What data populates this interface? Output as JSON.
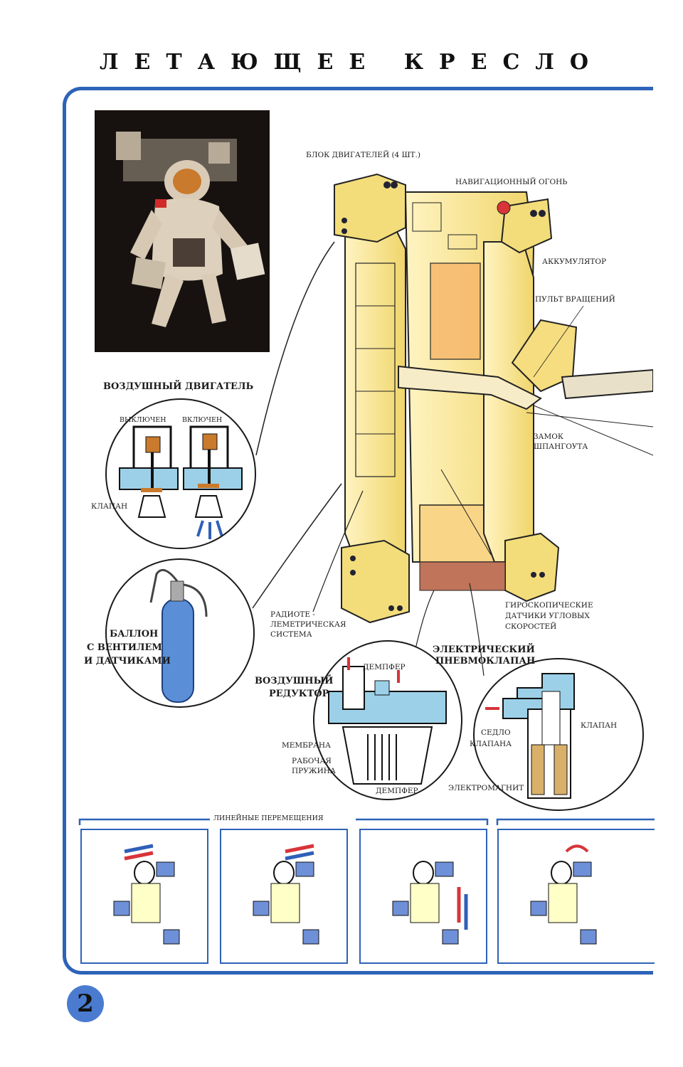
{
  "title": "ЛЕТАЮЩЕЕ КРЕСЛО",
  "labels": {
    "engine_block": "БЛОК ДВИГАТЕЛЕЙ (4 ШТ.)",
    "nav_light": "НАВИГАЦИОННЫЙ ОГОНЬ",
    "battery": "АККУМУЛЯТОР",
    "rotation_console": "ПУЛЬТ ВРАЩЕНИЙ",
    "frame_lock_1": "ЗАМОК",
    "frame_lock_2": "ШПАНГОУТА",
    "air_engine": "ВОЗДУШНЫЙ ДВИГАТЕЛЬ",
    "off": "ВЫКЛЮЧЕН",
    "on": "ВКЛЮЧЕН",
    "valve": "КЛАПАН",
    "radio_1": "РАДИОТЕ -",
    "radio_2": "ЛЕМЕТРИЧЕСКАЯ",
    "radio_3": "СИСТЕМА",
    "gyro_1": "ГИРОСКОПИЧЕСКИЕ",
    "gyro_2": "ДАТЧИКИ УГЛОВЫХ",
    "gyro_3": "СКОРОСТЕЙ",
    "tank_1": "БАЛЛОН",
    "tank_2": "С ВЕНТИЛЕМ",
    "tank_3": "И ДАТЧИКАМИ",
    "reducer_1": "ВОЗДУШНЫЙ",
    "reducer_2": "РЕДУКТОР",
    "damper_top": "ДЕМПФЕР",
    "membrane": "МЕМБРАНА",
    "spring_1": "РАБОЧАЯ",
    "spring_2": "ПРУЖИНА",
    "damper_bottom": "ДЕМПФЕР",
    "pneumo_1": "ЭЛЕКТРИЧЕСКИЙ",
    "pneumo_2": "ПНЕВМОКЛАПАН",
    "seat_1": "СЕДЛО",
    "seat_2": "КЛАПАНА",
    "valve_right": "КЛАПАН",
    "electromagnet": "ЭЛЕКТРОМАГНИТ",
    "linear": "ЛИНЕЙНЫЕ ПЕРЕМЕЩЕНИЯ"
  },
  "page_number": "2",
  "colors": {
    "frame_blue": "#2d63b8",
    "yellow": "#f5e27a",
    "red": "#d8343a",
    "blue": "#2f5fb8"
  }
}
